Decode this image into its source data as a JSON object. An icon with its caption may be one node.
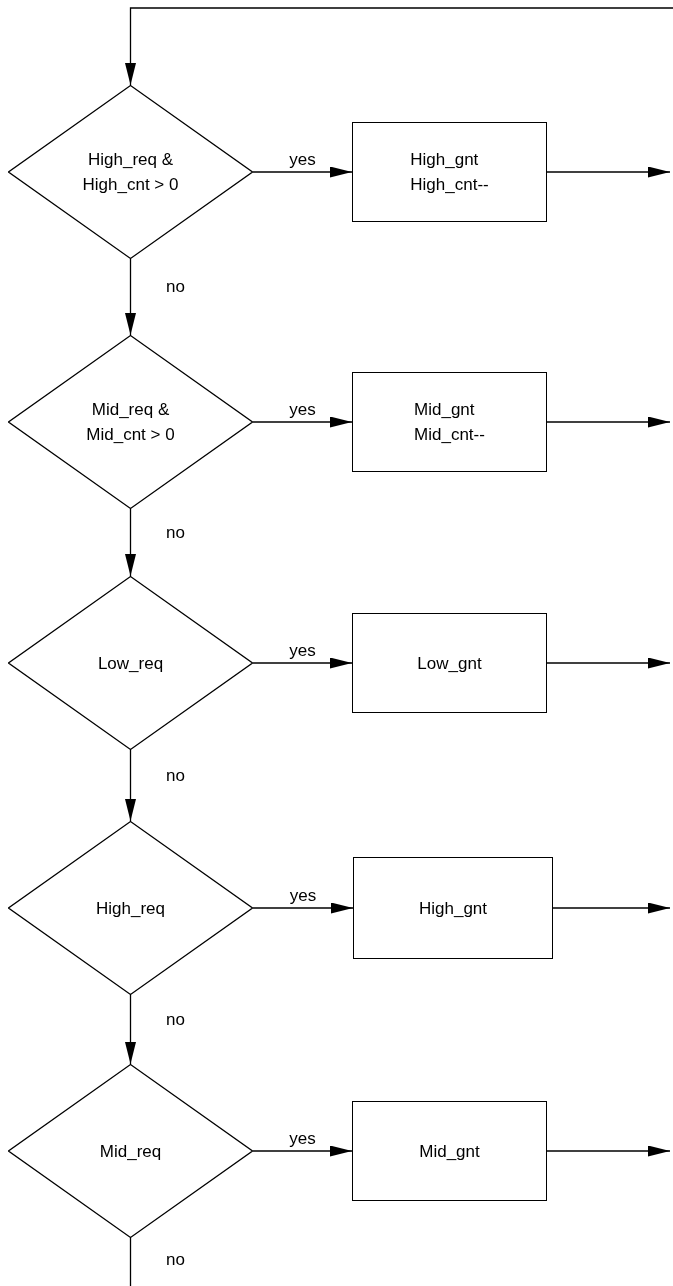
{
  "diagram": {
    "nodes": [
      {
        "text": [
          "High_req & High_cnt > 0"
        ]
      },
      {
        "text": [
          "High_gnt",
          "High_cnt--"
        ]
      },
      {
        "text": [
          "Mid_req & Mid_cnt > 0"
        ]
      },
      {
        "text": [
          "Mid_gnt",
          "Mid_cnt--"
        ]
      },
      {
        "text": [
          "Low_req"
        ]
      },
      {
        "text": [
          "Low_gnt"
        ]
      },
      {
        "text": [
          "High_req"
        ]
      },
      {
        "text": [
          "High_gnt"
        ]
      },
      {
        "text": [
          "Mid_req"
        ]
      },
      {
        "text": [
          "Mid_gnt"
        ]
      }
    ],
    "edges": [
      {
        "from": null,
        "to": 0,
        "arrow": "to"
      },
      {
        "from": 0,
        "to": 1,
        "arrow": "to",
        "label": "yes"
      },
      {
        "from": 1,
        "to": null,
        "arrow": "to"
      },
      {
        "from": 0,
        "to": 2,
        "arrow": "to",
        "label": "no"
      },
      {
        "from": 2,
        "to": 3,
        "arrow": "to",
        "label": "yes"
      },
      {
        "from": 3,
        "to": null,
        "arrow": "to"
      },
      {
        "from": 2,
        "to": 4,
        "arrow": "to",
        "label": "no"
      },
      {
        "from": 4,
        "to": 5,
        "arrow": "to",
        "label": "yes"
      },
      {
        "from": 5,
        "to": null,
        "arrow": "to"
      },
      {
        "from": 4,
        "to": 6,
        "arrow": "to",
        "label": "no"
      },
      {
        "from": 6,
        "to": 7,
        "arrow": "to",
        "label": "yes"
      },
      {
        "from": 7,
        "to": null,
        "arrow": "to"
      },
      {
        "from": 6,
        "to": 8,
        "arrow": "to",
        "label": "no"
      },
      {
        "from": 8,
        "to": 9,
        "arrow": "to",
        "label": "yes"
      },
      {
        "from": 9,
        "to": null,
        "arrow": "to"
      },
      {
        "from": 8,
        "to": null,
        "arrow": "none",
        "label": "no"
      }
    ]
  }
}
